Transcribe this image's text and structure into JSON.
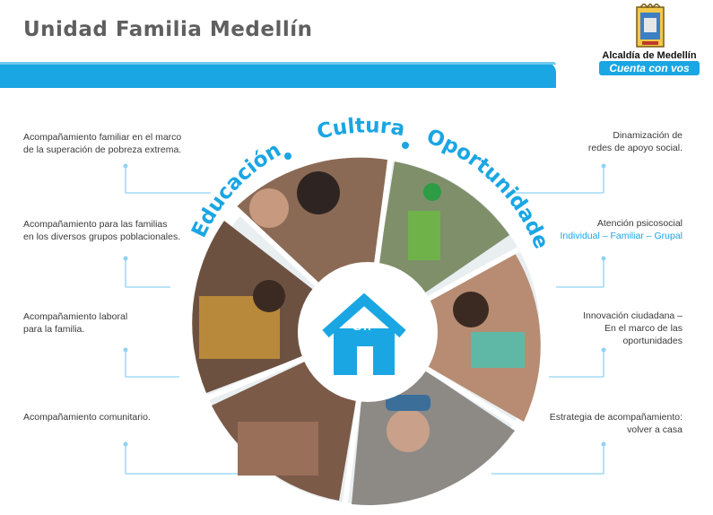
{
  "header": {
    "title": "Unidad Familia Medellín"
  },
  "logo": {
    "line1": "Alcaldía de Medellín",
    "line2": "Cuenta con vos"
  },
  "wheel": {
    "arc_words": [
      "Educación",
      "Cultura",
      "Oportunidades"
    ],
    "center_label": "CIF"
  },
  "left_items": [
    {
      "line1": "Acompañamiento familiar en el marco",
      "line2": "de la superación de pobreza extrema."
    },
    {
      "line1": "Acompañamiento para las familias",
      "line2": "en los diversos grupos poblacionales."
    },
    {
      "line1": "Acompañamiento laboral",
      "line2": "para la familia."
    },
    {
      "line1": "Acompañamiento comunitario.",
      "line2": ""
    }
  ],
  "right_items": [
    {
      "line1": "Dinamización de",
      "line2": "redes de apoyo social.",
      "line3": ""
    },
    {
      "line1": "Atención psicosocial",
      "line2": "Individual – Familiar – Grupal",
      "line3": ""
    },
    {
      "line1": "Innovación ciudadana –",
      "line2": "En el marco de las",
      "line3": "oportunidades"
    },
    {
      "line1": "Estrategia de acompañamiento:",
      "line2": "volver a casa",
      "line3": ""
    }
  ],
  "colors": {
    "accent": "#1aa6e3",
    "title": "#5f5f5f",
    "connector": "#8fd3f2"
  }
}
